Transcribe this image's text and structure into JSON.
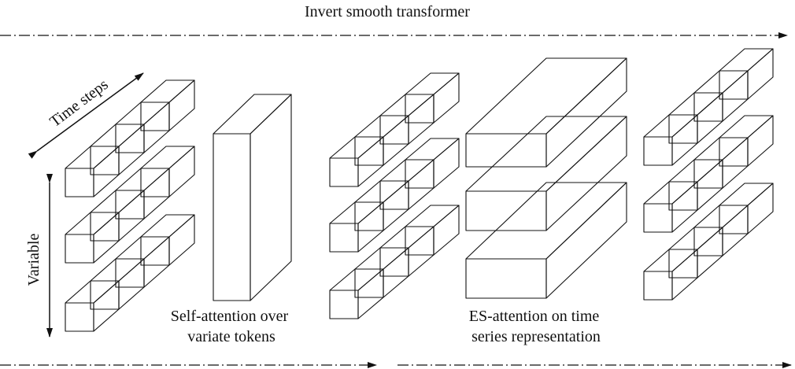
{
  "title": "Invert smooth transformer",
  "axis_time": "Time steps",
  "axis_variable": "Variable",
  "caption_self_attention": [
    "Self-attention over",
    "variate tokens"
  ],
  "caption_es_attention": [
    "ES-attention on time",
    "series representation"
  ]
}
